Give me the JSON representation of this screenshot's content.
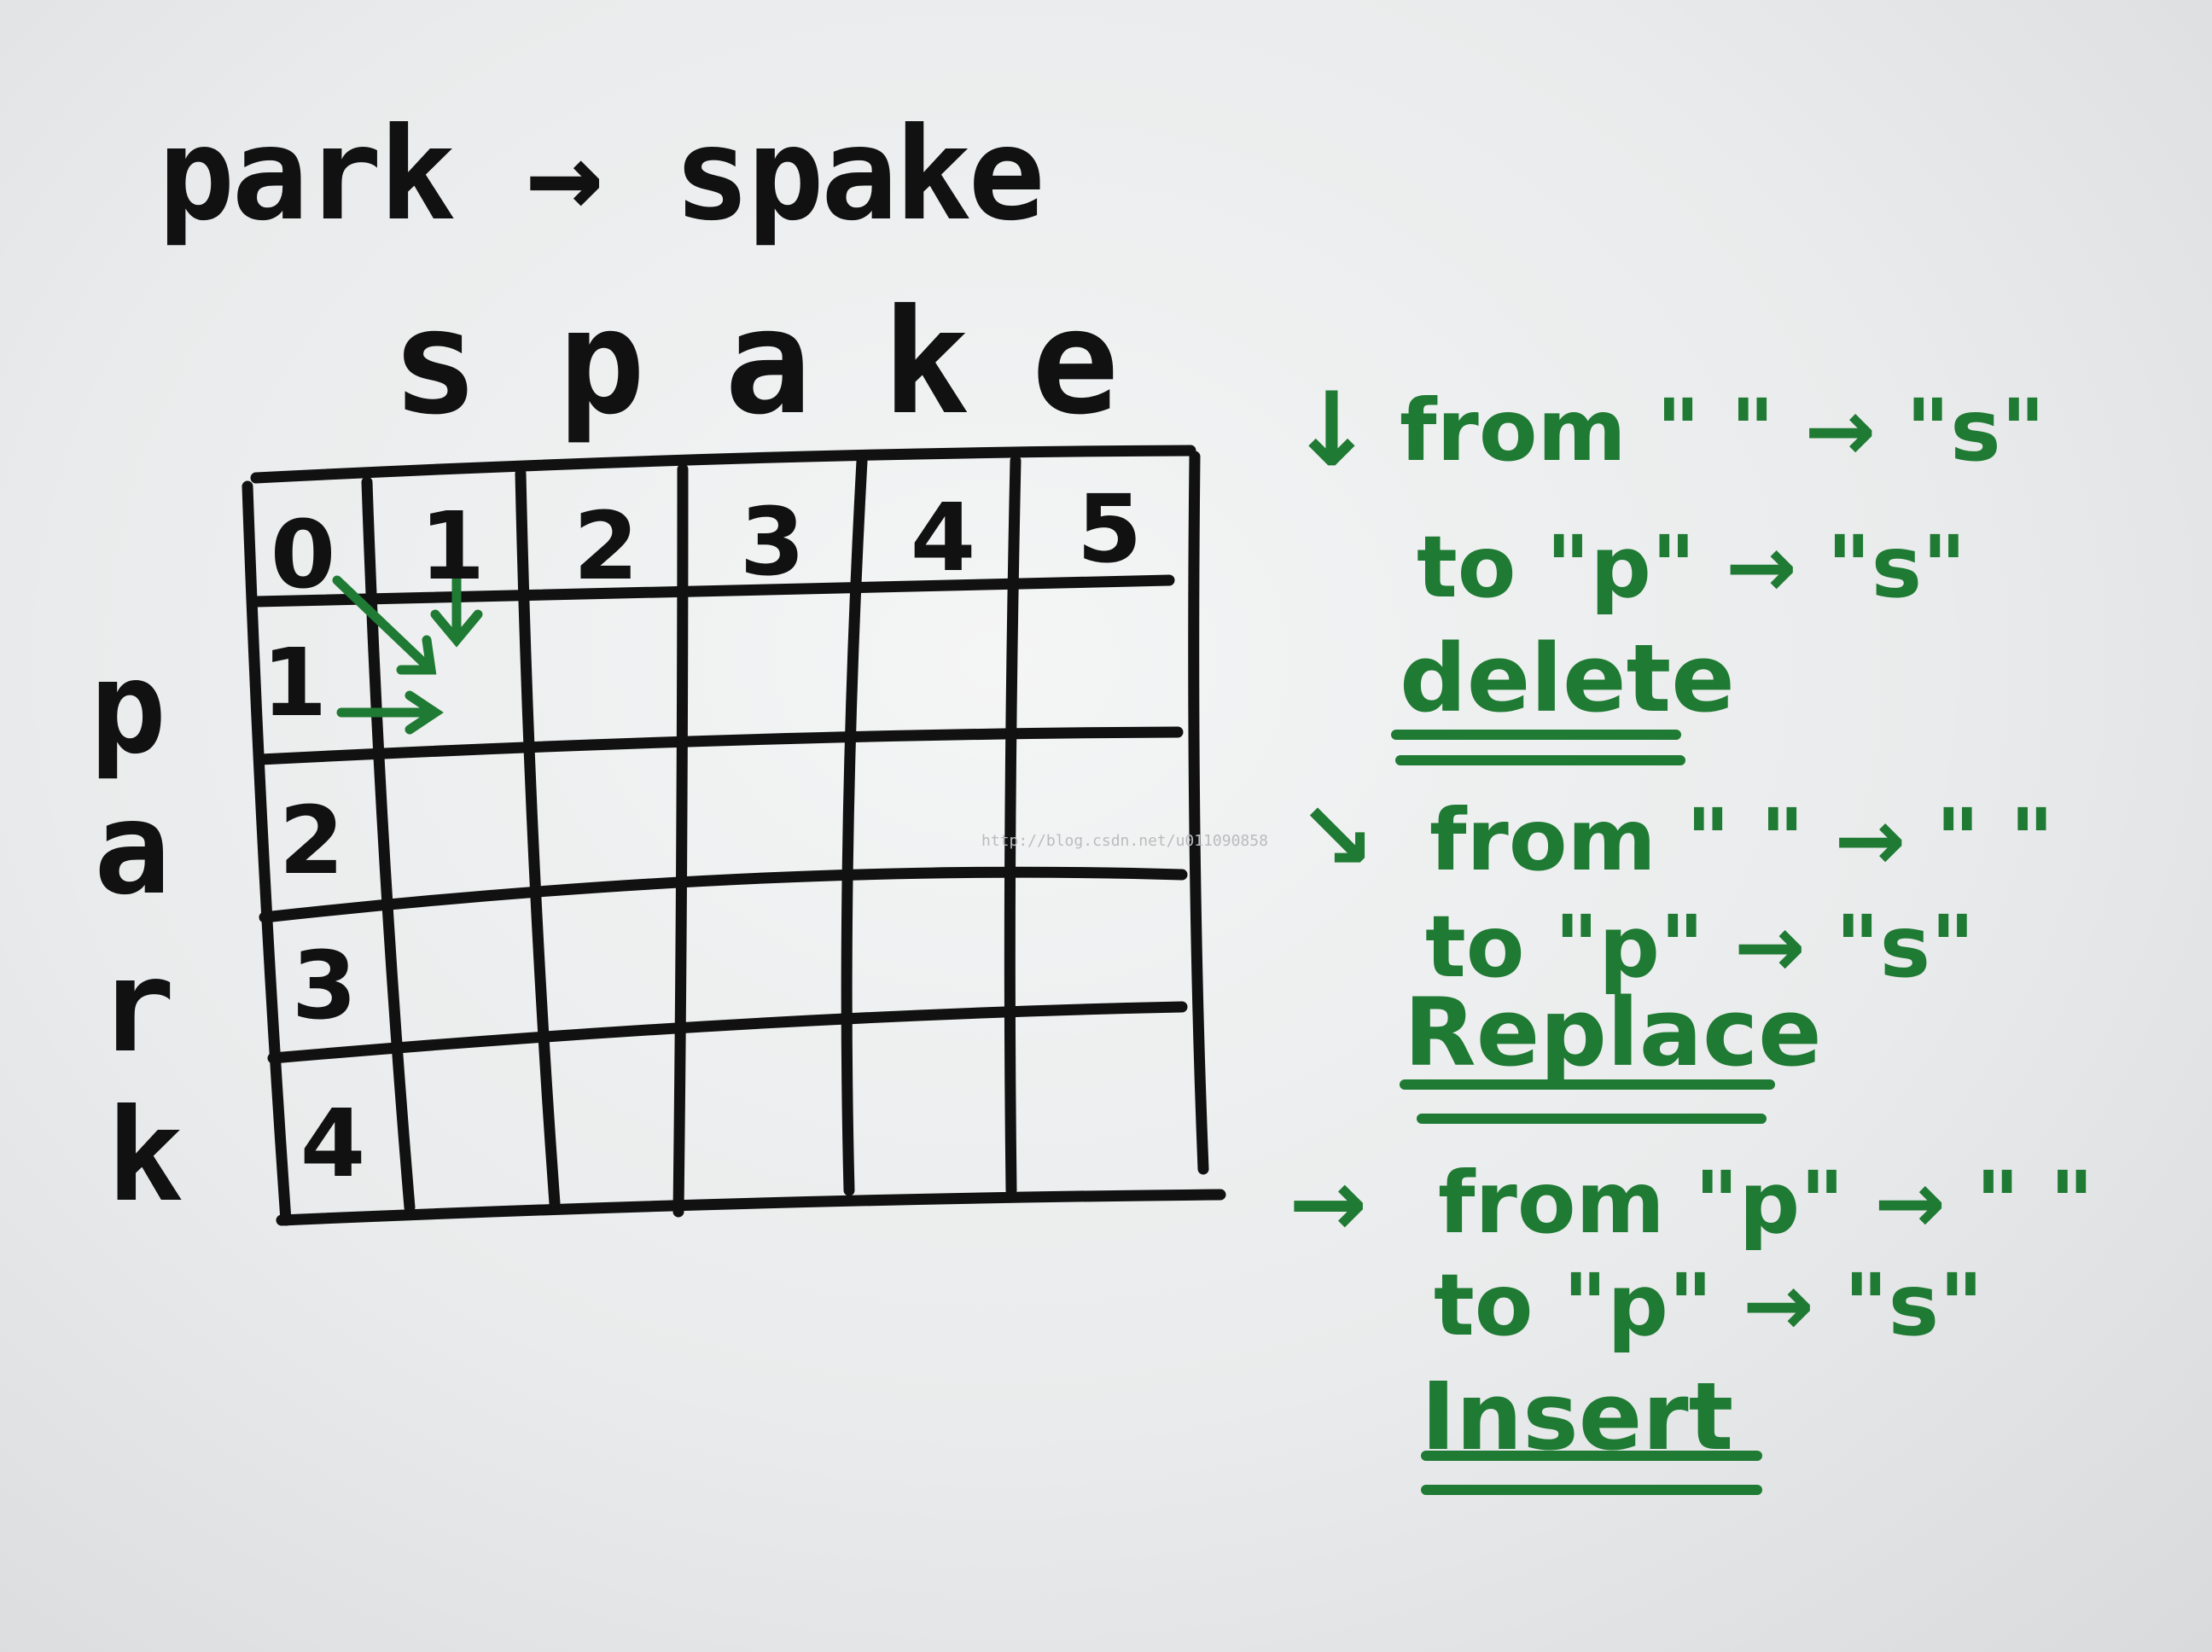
{
  "title": "park → spake",
  "column_letters": [
    "s",
    "p",
    "a",
    "k",
    "e"
  ],
  "row_letters": [
    "p",
    "a",
    "r",
    "k"
  ],
  "header_row": [
    "0",
    "1",
    "2",
    "3",
    "4",
    "5"
  ],
  "first_column": [
    "1",
    "2",
    "3",
    "4"
  ],
  "notes": [
    {
      "arrow": "↓",
      "line1": "from \" \" → \"s\"",
      "line2": "to \"p\" → \"s\"",
      "operation": "delete"
    },
    {
      "arrow": "↘",
      "line1": "from \" \" → \" \"",
      "line2": "to \"p\" → \"s\"",
      "operation": "Replace"
    },
    {
      "arrow": "→",
      "line1": "from \"p\" → \" \"",
      "line2": "to \"p\" → \"s\"",
      "operation": "Insert"
    }
  ],
  "watermark": "http://blog.csdn.net/u011090858",
  "colors": {
    "ink_black": "#111111",
    "ink_green": "#1f7a33",
    "board": "#eceeef"
  }
}
